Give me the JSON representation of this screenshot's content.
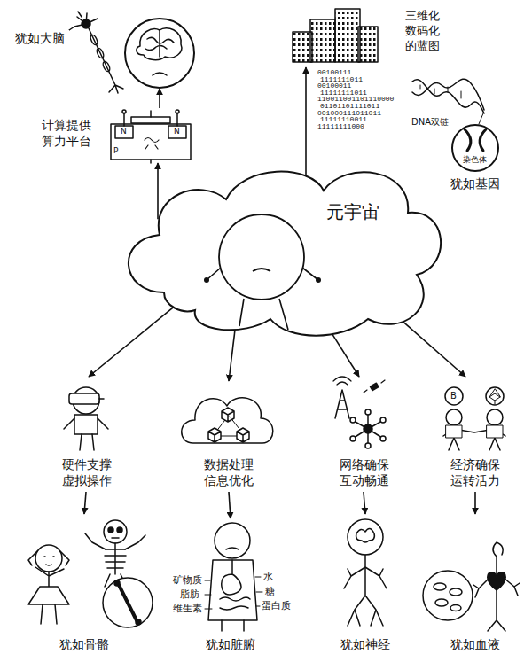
{
  "diagram": {
    "nodes": [
      {
        "text": [
          "元宇宙"
        ]
      },
      {
        "text": [
          "计算提供算力平台"
        ]
      },
      {
        "text": [
          "犹如大脑"
        ]
      },
      {
        "text": [
          "三维化数码化的蓝图"
        ]
      },
      {
        "text": [
          "犹如基因"
        ]
      },
      {
        "text": [
          "硬件支撑虚拟操作"
        ]
      },
      {
        "text": [
          "数据处理信息优化"
        ]
      },
      {
        "text": [
          "网络确保互动畅通"
        ]
      },
      {
        "text": [
          "经济确保运转活力"
        ]
      },
      {
        "text": [
          "犹如骨骼"
        ]
      },
      {
        "text": [
          "犹如脏腑"
        ]
      },
      {
        "text": [
          "犹如神经"
        ]
      },
      {
        "text": [
          "犹如血液"
        ]
      }
    ],
    "edges": [
      {
        "from": 0,
        "to": 1,
        "arrow": "to"
      },
      {
        "from": 1,
        "to": 2,
        "arrow": "to"
      },
      {
        "from": 0,
        "to": 3,
        "arrow": "to"
      },
      {
        "from": 0,
        "to": 5,
        "arrow": "to"
      },
      {
        "from": 0,
        "to": 6,
        "arrow": "to"
      },
      {
        "from": 0,
        "to": 7,
        "arrow": "to"
      },
      {
        "from": 0,
        "to": 8,
        "arrow": "to"
      },
      {
        "from": 5,
        "to": 9,
        "arrow": "to"
      },
      {
        "from": 6,
        "to": 10,
        "arrow": "to"
      },
      {
        "from": 7,
        "to": 11,
        "arrow": "to"
      },
      {
        "from": 8,
        "to": 12,
        "arrow": "to"
      }
    ],
    "labels": [
      "00100111",
      "1111111011",
      "00100011",
      "11111111011",
      "110011001101110000",
      "01101101111011",
      "001000111011011",
      "11111110011",
      "11111111000",
      "DNA双链",
      "染色体",
      "N",
      "N",
      "P",
      "B",
      "矿物质",
      "脂肪",
      "维生素",
      "水",
      "糖",
      "蛋白质"
    ]
  }
}
